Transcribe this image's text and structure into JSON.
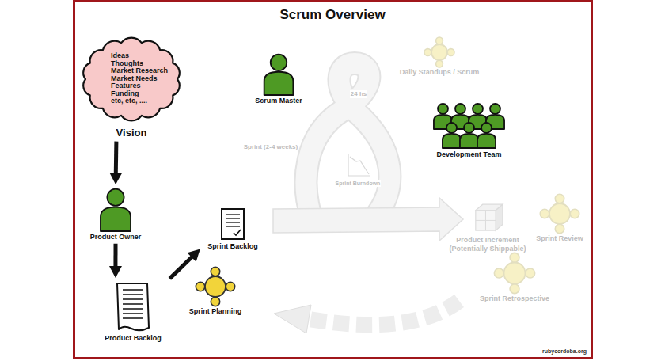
{
  "diagram": {
    "title": "Scrum Overview",
    "nodes": [
      {
        "text": [
          "Ideas",
          "Thoughts",
          "Market Research",
          "Market Needs",
          "Features",
          "Funding",
          "etc, etc, ....",
          "Vision"
        ]
      },
      {
        "text": [
          "Scrum Master"
        ]
      },
      {
        "text": [
          "Daily Standups / Scrum"
        ]
      },
      {
        "text": [
          "Development Team"
        ]
      },
      {
        "text": [
          "Product Owner"
        ]
      },
      {
        "text": [
          "Sprint Backlog"
        ]
      },
      {
        "text": [
          "Product Increment (Potentially Shippable)"
        ]
      },
      {
        "text": [
          "Sprint Review"
        ]
      },
      {
        "text": [
          "Sprint Planning"
        ]
      },
      {
        "text": [
          "Sprint Retrospective"
        ]
      },
      {
        "text": [
          "Product Backlog"
        ]
      }
    ],
    "edges": [
      {
        "from": 0,
        "to": 4,
        "arrow": "to"
      },
      {
        "from": 4,
        "to": 10,
        "arrow": "to"
      },
      {
        "from": 10,
        "to": 5,
        "arrow": "to"
      }
    ],
    "labels": [
      "24 hs",
      "Sprint (2-4 weeks)",
      "Sprint Burndown",
      "rubycordoba.org"
    ]
  }
}
